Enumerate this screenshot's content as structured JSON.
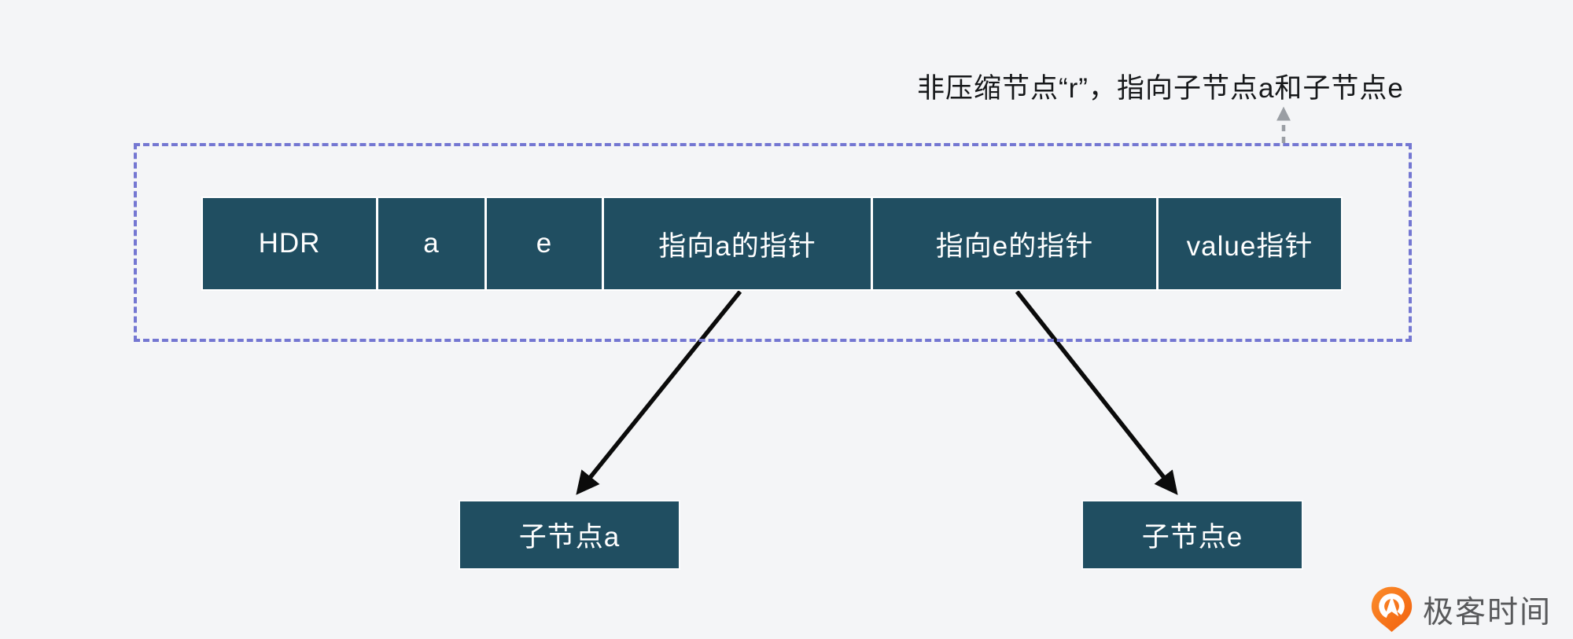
{
  "canvas": {
    "background": "#f4f5f7"
  },
  "annotation": {
    "text": "非压缩节点“r”，指向子节点a和子节点e",
    "color": "#16181a"
  },
  "boundary_box": {
    "style": "dashed",
    "border_color": "#7477d2"
  },
  "node_row": {
    "fill": "#204e61",
    "text_color": "#ffffff",
    "cells": [
      {
        "label": "HDR"
      },
      {
        "label": "a"
      },
      {
        "label": "e"
      },
      {
        "label": "指向a的指针"
      },
      {
        "label": "指向e的指针"
      },
      {
        "label": "value指针"
      }
    ]
  },
  "children": [
    {
      "label": "子节点a"
    },
    {
      "label": "子节点e"
    }
  ],
  "arrows": {
    "to_child_a": {
      "from": "指向a的指针",
      "to": "子节点a",
      "color": "#0b0b0b",
      "style": "solid"
    },
    "to_child_e": {
      "from": "指向e的指针",
      "to": "子节点e",
      "color": "#0b0b0b",
      "style": "solid"
    },
    "annotation_pointer": {
      "points_to": "非压缩节点“r”，指向子节点a和子节点e",
      "color": "#9a9ea4",
      "style": "dashed",
      "icon": "arrow-up-icon"
    }
  },
  "logo": {
    "icon": "geektime-logo-icon",
    "icon_color": "#f7741d",
    "text": "极客时间",
    "text_color": "#58595b"
  }
}
